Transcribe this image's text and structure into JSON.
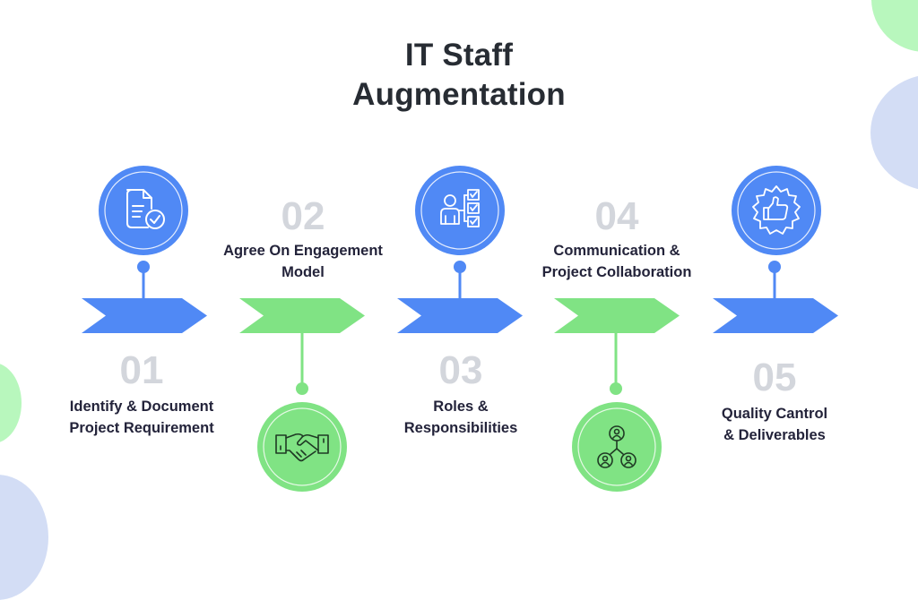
{
  "title": {
    "line1": "IT Staff",
    "line2": "Augmentation"
  },
  "colors": {
    "blue": "#5089f5",
    "green": "#80e384",
    "number_gray": "#d3d6dc",
    "text_dark": "#23233a",
    "title_dark": "#272c33",
    "blob_green": "#b8f7bd",
    "blob_blue": "#d3ddf5"
  },
  "steps": [
    {
      "number": "01",
      "label_line1": "Identify & Document",
      "label_line2": "Project Requirement",
      "color": "blue",
      "icon": "document-check-icon",
      "icon_position": "above"
    },
    {
      "number": "02",
      "label_line1": "Agree On Engagement",
      "label_line2": "Model",
      "color": "green",
      "icon": "handshake-icon",
      "icon_position": "below"
    },
    {
      "number": "03",
      "label_line1": "Roles &",
      "label_line2": "Responsibilities",
      "color": "blue",
      "icon": "person-checklist-icon",
      "icon_position": "above"
    },
    {
      "number": "04",
      "label_line1": "Communication &",
      "label_line2": "Project Collaboration",
      "color": "green",
      "icon": "team-network-icon",
      "icon_position": "below"
    },
    {
      "number": "05",
      "label_line1": "Quality Cantrol",
      "label_line2": "& Deliverables",
      "color": "blue",
      "icon": "quality-badge-thumbs-up-icon",
      "icon_position": "above"
    }
  ]
}
